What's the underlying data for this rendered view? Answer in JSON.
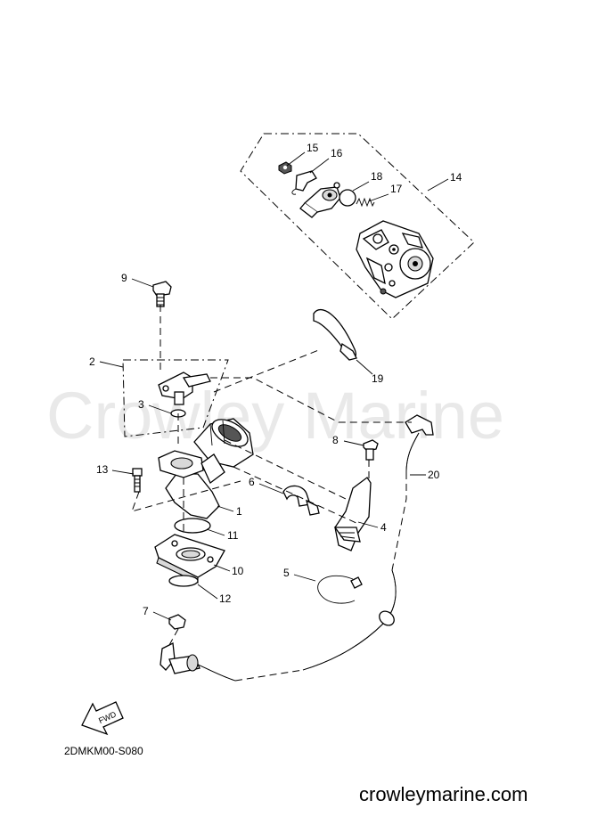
{
  "watermark": "Crowley Marine",
  "drawing_code": "2DMKM00-S080",
  "site": "crowleymarine.com",
  "fwd_label": "FWD",
  "callouts": {
    "c1": "1",
    "c2": "2",
    "c3": "3",
    "c4": "4",
    "c5": "5",
    "c6": "6",
    "c7": "7",
    "c8": "8",
    "c9": "9",
    "c10": "10",
    "c11": "11",
    "c12": "12",
    "c13": "13",
    "c14": "14",
    "c15": "15",
    "c16": "16",
    "c17": "17",
    "c18": "18",
    "c19": "19",
    "c20": "20"
  }
}
